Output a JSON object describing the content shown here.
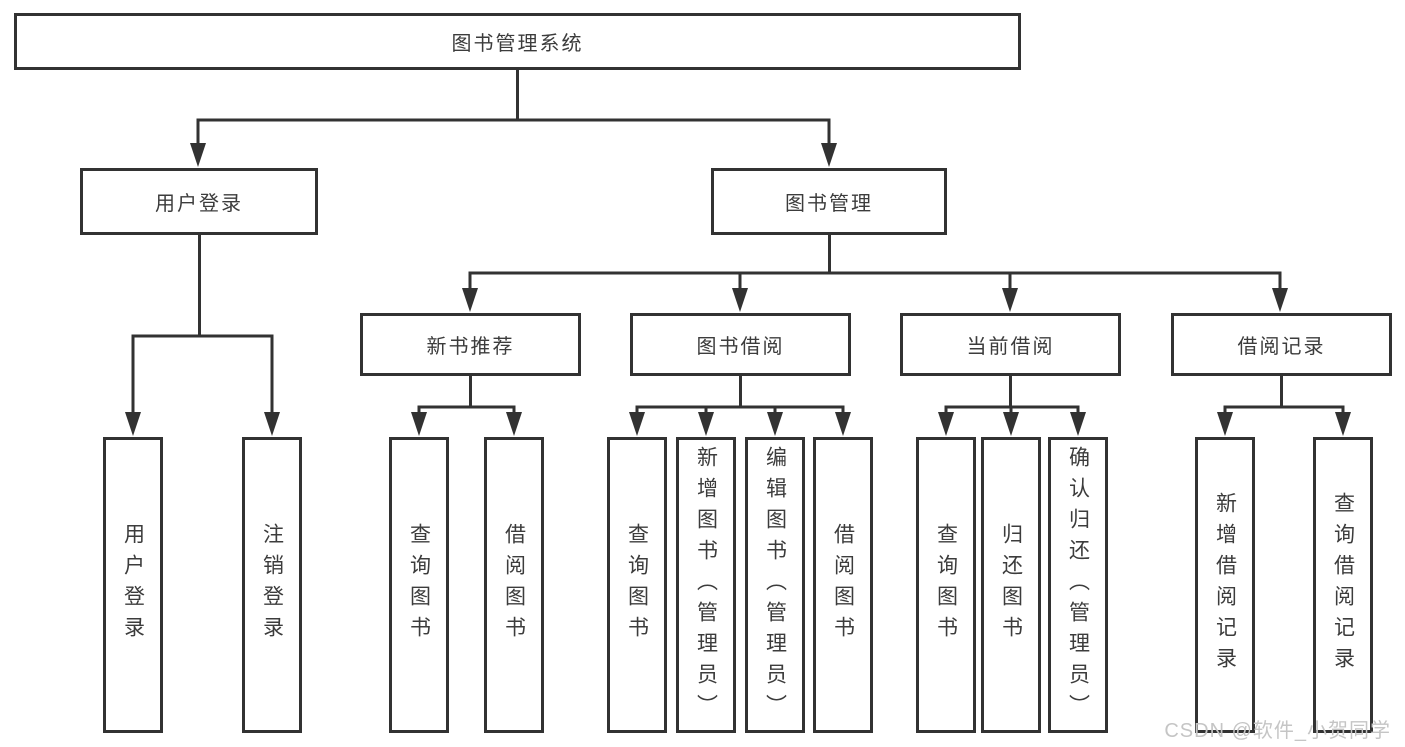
{
  "diagram": {
    "root": {
      "label": "图书管理系统"
    },
    "level2": [
      {
        "label": "用户登录"
      },
      {
        "label": "图书管理"
      }
    ],
    "level3": [
      {
        "label": "新书推荐"
      },
      {
        "label": "图书借阅"
      },
      {
        "label": "当前借阅"
      },
      {
        "label": "借阅记录"
      }
    ],
    "leaves": {
      "user_login": [
        {
          "label": "用户登录"
        },
        {
          "label": "注销登录"
        }
      ],
      "new_books": [
        {
          "label": "查询图书"
        },
        {
          "label": "借阅图书"
        }
      ],
      "book_borrow": [
        {
          "label": "查询图书"
        },
        {
          "label": "新增图书（管理员）"
        },
        {
          "label": "编辑图书（管理员）"
        },
        {
          "label": "借阅图书"
        }
      ],
      "current_borrow": [
        {
          "label": "查询图书"
        },
        {
          "label": "归还图书"
        },
        {
          "label": "确认归还（管理员）"
        }
      ],
      "borrow_records": [
        {
          "label": "新增借阅记录"
        },
        {
          "label": "查询借阅记录"
        }
      ]
    }
  },
  "watermark": {
    "text": "CSDN @软件_小贺同学"
  },
  "colors": {
    "line": "#323232",
    "text": "#3c3c3c",
    "watermark": "#c5c5c5",
    "background": "#ffffff"
  }
}
